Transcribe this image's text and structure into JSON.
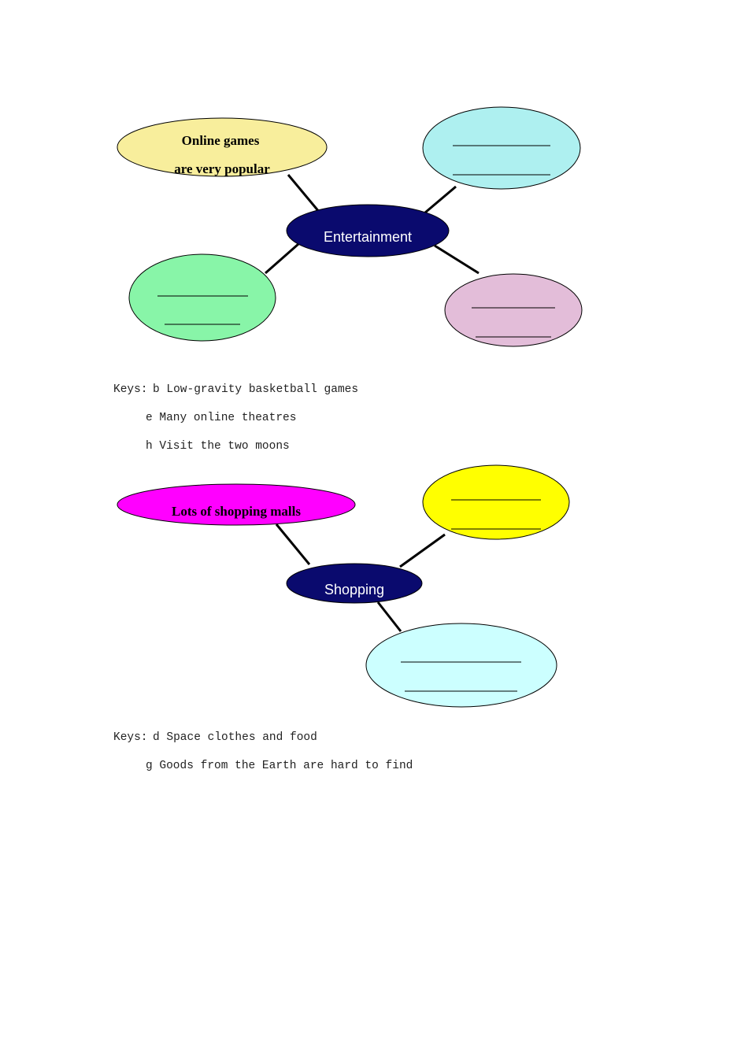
{
  "entertainment": {
    "center": "Entertainment",
    "filled_node": [
      "Online games",
      "are very popular"
    ],
    "keys_label": "Keys:",
    "keys": [
      "b Low-gravity basketball games",
      "e Many online theatres",
      "h Visit the two moons"
    ],
    "colors": {
      "center": "#0a0a6e",
      "filled_node": "#f8ee9c",
      "top_right": "#aef0f0",
      "bottom_left": "#88f5a8",
      "bottom_right": "#e3bdd9"
    }
  },
  "shopping": {
    "center": "Shopping",
    "filled_node": "Lots of shopping malls",
    "keys_label": "Keys:",
    "keys": [
      "d Space clothes and food",
      "g Goods from the Earth are hard to find"
    ],
    "colors": {
      "center": "#0a0a6e",
      "filled_node": "#ff00ff",
      "top_right": "#ffff00",
      "bottom": "#ccffff"
    }
  }
}
